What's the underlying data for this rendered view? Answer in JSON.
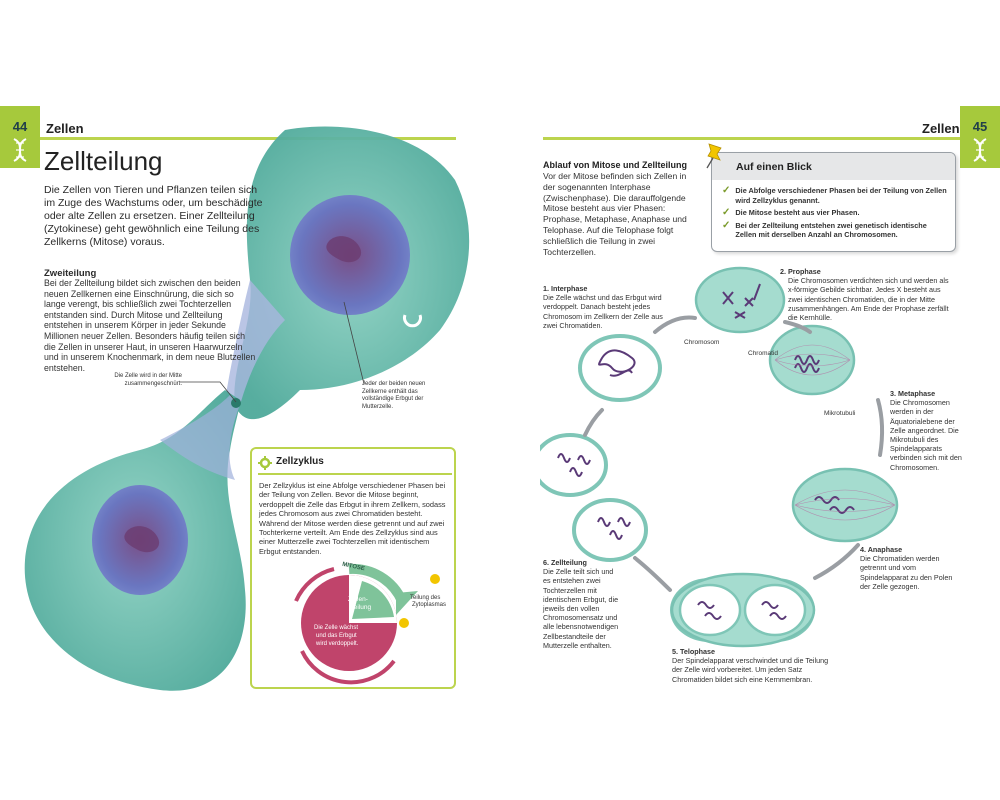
{
  "left_page": {
    "page_number": "44",
    "running_head": "Zellen",
    "title": "Zellteilung",
    "intro": "Die Zellen von Tieren und Pflanzen teilen sich im Zuge des Wachstums oder, um beschädigte oder alte Zellen zu ersetzen. Einer Zellteilung (Zytokinese) geht gewöhnlich eine Teilung des Zellkerns (Mitose) voraus.",
    "zweiteilung": {
      "heading": "Zweiteilung",
      "text": "Bei der Zellteilung bildet sich zwischen den beiden neuen Zellkernen eine Einschnürung, die sich so lange verengt, bis schließlich zwei Tochterzellen entstanden sind. Durch Mitose und Zellteilung entstehen in unserem Körper in jeder Sekunde Millionen neuer Zellen. Besonders häufig teilen sich die Zellen in unserer Haut, in unseren Haarwurzeln und in unserem Knochenmark, in dem neue Blutzellen entstehen."
    },
    "caption_constriction": "Die Zelle wird in der Mitte zusammengeschnürt.",
    "caption_nucleus": "Jeder der beiden neuen Zellkerne enthält das vollständige Erbgut der Mutterzelle.",
    "zellzyklus": {
      "heading": "Zellzyklus",
      "text": "Der Zellzyklus ist eine Abfolge verschiedener Phasen bei der Teilung von Zellen. Bevor die Mitose beginnt, verdoppelt die Zelle das Erbgut in ihrem Zellkern, sodass jedes Chromosom aus zwei Chromatiden besteht. Während der Mitose werden diese getrennt und auf zwei Tochterkerne verteilt. Am Ende des Zellzyklus sind aus einer Mutterzelle zwei Tochterzellen mit identischem Erbgut entstanden.",
      "label_mitose": "MITOSE",
      "label_zellteilung_1": "Zellen-",
      "label_zellteilung_2": "teilung",
      "label_zytoplasma_1": "Teilung des",
      "label_zytoplasma_2": "Zytoplasmas",
      "label_wachstum_1": "Die Zelle wächst",
      "label_wachstum_2": "und das Erbgut",
      "label_wachstum_3": "wird verdoppelt."
    }
  },
  "right_page": {
    "page_number": "45",
    "running_head": "Zellen",
    "ablauf": {
      "heading": "Ablauf von Mitose und Zellteilung",
      "text": "Vor der Mitose befinden sich Zellen in der sogenannten Interphase (Zwischenphase). Die darauffolgende Mitose besteht aus vier Phasen: Prophase, Metaphase, Anaphase und Telophase. Auf die Telophase folgt schließlich die Teilung in zwei Tochterzellen."
    },
    "glance": {
      "heading": "Auf einen Blick",
      "items": [
        "Die Abfolge verschiedener Phasen bei der Teilung von Zellen wird Zellzyklus genannt.",
        "Die Mitose besteht aus vier Phasen.",
        "Bei der Zellteilung entstehen zwei genetisch identische Zellen mit derselben Anzahl an Chromosomen."
      ]
    },
    "phases": {
      "interphase": {
        "title": "1. Interphase",
        "text": "Die Zelle wächst und das Erbgut wird verdoppelt. Danach besteht jedes Chromosom im Zellkern der Zelle aus zwei Chromatiden."
      },
      "prophase": {
        "title": "2. Prophase",
        "text": "Die Chromosomen verdichten sich und werden als x-förmige Gebilde sichtbar. Jedes X besteht aus zwei identischen Chromatiden, die in der Mitte zusammenhängen. Am Ende der Prophase zerfällt die Kernhülle."
      },
      "metaphase": {
        "title": "3. Metaphase",
        "text": "Die Chromosomen werden in der Äquatorialebene der Zelle angeordnet. Die Mikrotubuli des Spindelapparats verbinden sich mit den Chromosomen."
      },
      "anaphase": {
        "title": "4. Anaphase",
        "text": "Die Chromatiden werden getrennt und vom Spindelapparat zu den Polen der Zelle gezogen."
      },
      "telophase": {
        "title": "5. Telophase",
        "text": "Der Spindelapparat verschwindet und die Teilung der Zelle wird vorbereitet. Um jeden Satz Chromatiden bildet sich eine Kernmembran."
      },
      "zellteilung": {
        "title": "6. Zellteilung",
        "text": "Die Zelle teilt sich und es entstehen zwei Tochterzellen mit identischem Erbgut, die jeweils den vollen Chromosomensatz und alle lebensnotwendigen Zellbestandteile der Mutterzelle enthalten."
      }
    },
    "labels": {
      "chromosom": "Chromosom",
      "chromatid": "Chromatid",
      "mikrotubuli": "Mikrotubuli"
    }
  },
  "colors": {
    "accent_green": "#a6c93c",
    "rule_green": "#bcd44e",
    "cell_teal": "#78c1b2",
    "chromosome_purple": "#5a3a77",
    "cycle_magenta": "#c0446b",
    "cycle_green": "#7fc39a"
  },
  "icons": [
    "dna-icon",
    "gear-icon",
    "pushpin-icon",
    "checkmark-icon",
    "arrow-icon"
  ]
}
